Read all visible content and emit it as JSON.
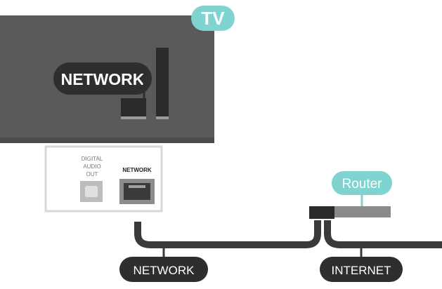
{
  "tv_badge": {
    "label": "TV"
  },
  "tv_network_label": "NETWORK",
  "ports": {
    "digital_audio_line1": "DIGITAL",
    "digital_audio_line2": "AUDIO",
    "digital_audio_line3": "OUT",
    "network_port_label": "NETWORK"
  },
  "router_label": "Router",
  "cable_labels": {
    "network": "NETWORK",
    "internet": "INTERNET"
  },
  "colors": {
    "tv_body": "#5a5a5a",
    "tv_badge": "#7fd3d0",
    "router_badge": "#7fd3d0",
    "pill_dark": "#2e2e2e",
    "cable": "#3a3a3a",
    "router_body": "#8a8a8a",
    "router_dark": "#2a2a2a",
    "port_panel_border": "#d8d8d8"
  }
}
